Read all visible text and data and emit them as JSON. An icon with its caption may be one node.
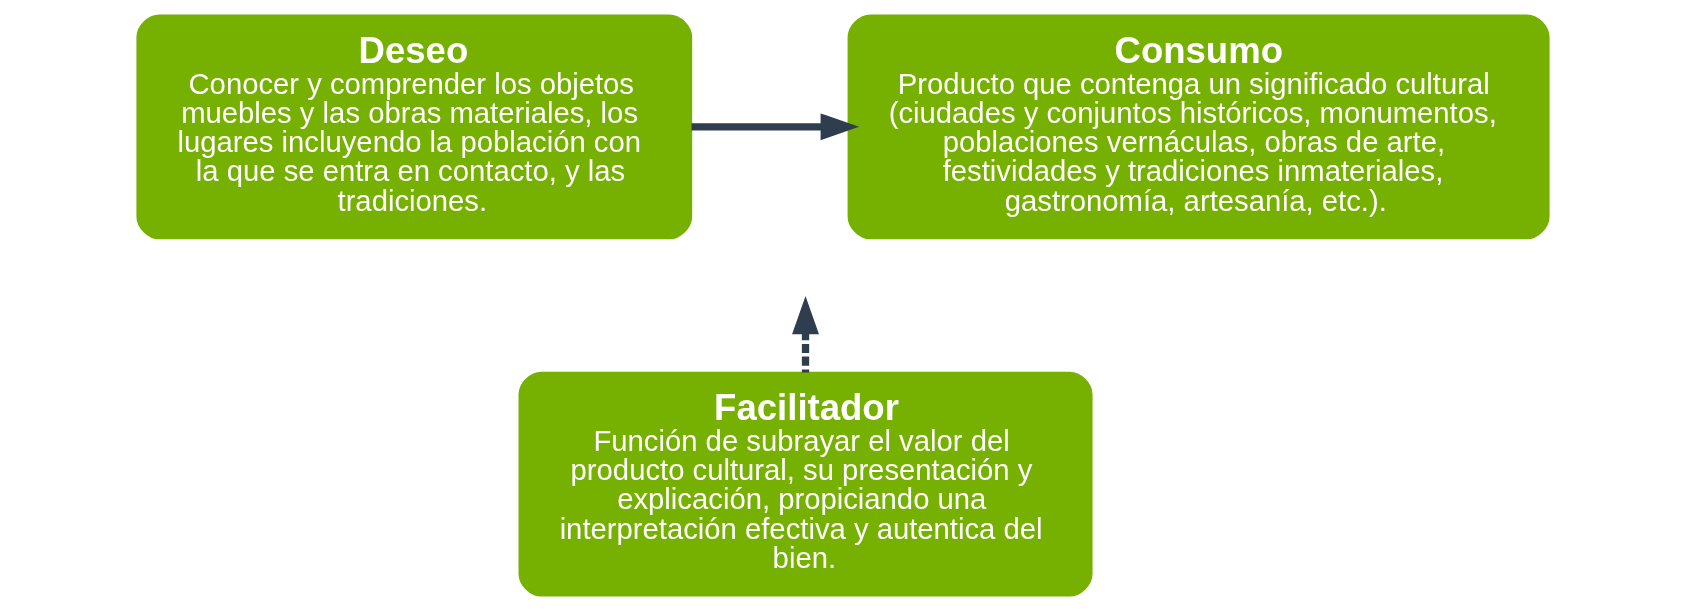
{
  "diagram": {
    "nodes": [
      {
        "text": [
          "Deseo",
          "Conocer y comprender los objetos muebles y las obras materiales, los lugares incluyendo la población con la que se entra en contacto, y las tradiciones."
        ]
      },
      {
        "text": [
          "Consumo",
          "Producto que contenga un significado cultural (ciudades y conjuntos históricos, monumentos, poblaciones vernáculas, obras de arte, festividades y tradiciones inmateriales, gastronomía, artesanía, etc.)."
        ]
      },
      {
        "text": [
          "Facilitador",
          "Función de subrayar el valor del producto cultural, su presentación y explicación, propiciando una interpretación efectiva y autentica del bien."
        ]
      }
    ],
    "edges": [
      {
        "from": 0,
        "to": 1,
        "arrow": "to"
      },
      {
        "from": 2,
        "to": null,
        "arrow": "to",
        "style": "dashed"
      }
    ]
  }
}
